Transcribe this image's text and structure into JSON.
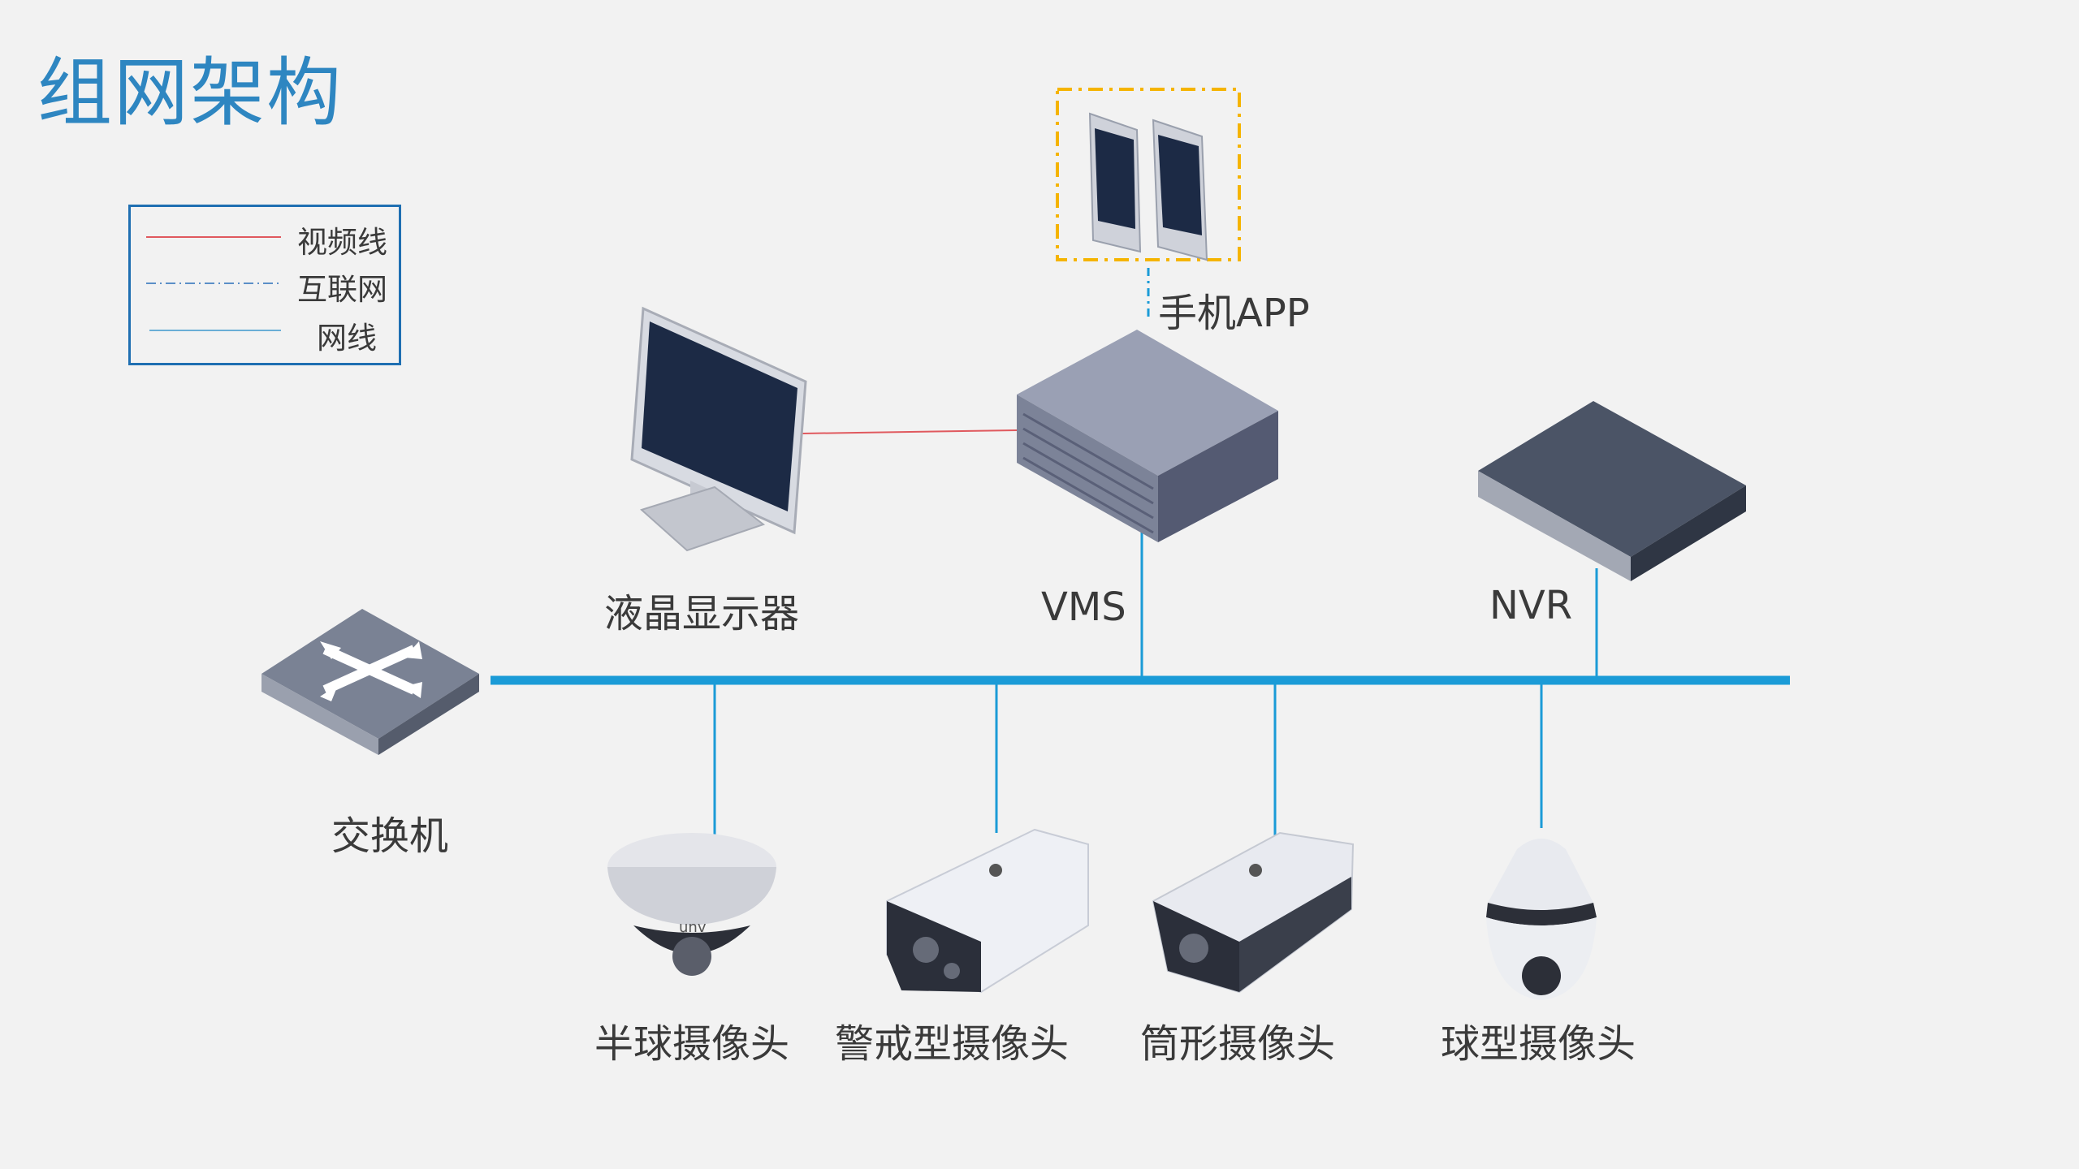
{
  "title": "组网架构",
  "legend": [
    {
      "label": "视频线",
      "style": "solid",
      "color": "#e0595e"
    },
    {
      "label": "互联网",
      "style": "dashdot",
      "color": "#5b8fc7"
    },
    {
      "label": "网线",
      "style": "solid",
      "color": "#6aaed6"
    }
  ],
  "nodes": {
    "mobile_app": "手机APP",
    "lcd": "液晶显示器",
    "vms": "VMS",
    "nvr": "NVR",
    "switch": "交换机",
    "dome_camera": "半球摄像头",
    "alert_camera": "警戒型摄像头",
    "bullet_camera": "筒形摄像头",
    "ptz_camera": "球型摄像头"
  },
  "brand": "unv",
  "colors": {
    "title": "#2e86c1",
    "network_line": "#1b9bd7",
    "video_line": "#e0595e",
    "app_frame": "#f5b400",
    "screen": "#1c2a45"
  }
}
